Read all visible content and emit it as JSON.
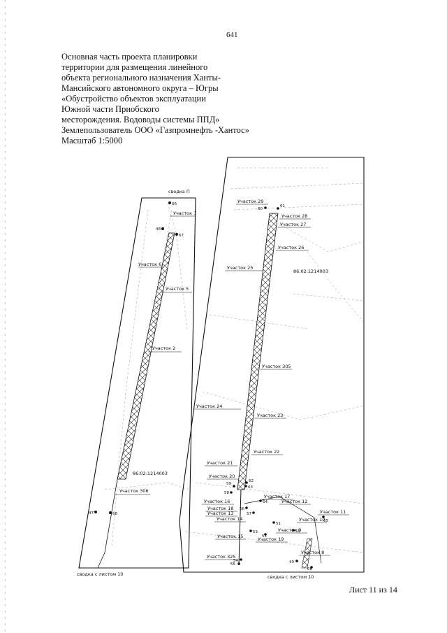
{
  "page_number": "641",
  "header_lines": [
    "Основная часть проекта планировки",
    "территории для размещения линейного",
    "объекта регионального назначения Ханты-",
    "Мансийского автономного округа – Югры",
    "«Обустройство объектов эксплуатации",
    " Южной части Приобского",
    "месторождения. Водоводы системы ППД»",
    "Землепользователь ООО «Газпромнефть -Хантос»",
    "Масштаб 1:5000"
  ],
  "left_map": {
    "top_ref": "сводка П",
    "bottom_ref": "сводка с листом 10",
    "cadastral": "86:02:1214003",
    "plots": [
      "Участок 7",
      "Участок 6",
      "Участок 5",
      "Участок 2",
      "Участок 306"
    ],
    "points": [
      "66",
      "48",
      "67",
      "47",
      "68"
    ]
  },
  "right_map": {
    "bottom_ref": "сводка с листом 10",
    "cadastral": "86:02:1214003",
    "plots": [
      "Участок 29",
      "Участок 28",
      "Участок 27",
      "Участок 26",
      "Участок 25",
      "Участок 305",
      "Участок 24",
      "Участок 23",
      "Участок 22",
      "Участок 21",
      "Участок 20",
      "Участок 19",
      "Участок 18",
      "Участок 17",
      "Участок 16",
      "Участок 14",
      "Участок 12",
      "Участок 11",
      "Участок 10",
      "Участок 9",
      "Участок 8",
      "Участок 13",
      "Участок 15",
      "Участок 325"
    ],
    "points": [
      "60",
      "61",
      "62",
      "63",
      "59",
      "58",
      "64",
      "56",
      "57",
      "51",
      "53",
      "52",
      "50",
      "65",
      "49",
      "66",
      "54",
      "55"
    ]
  },
  "sheet_number": "Лист 11 из 14"
}
